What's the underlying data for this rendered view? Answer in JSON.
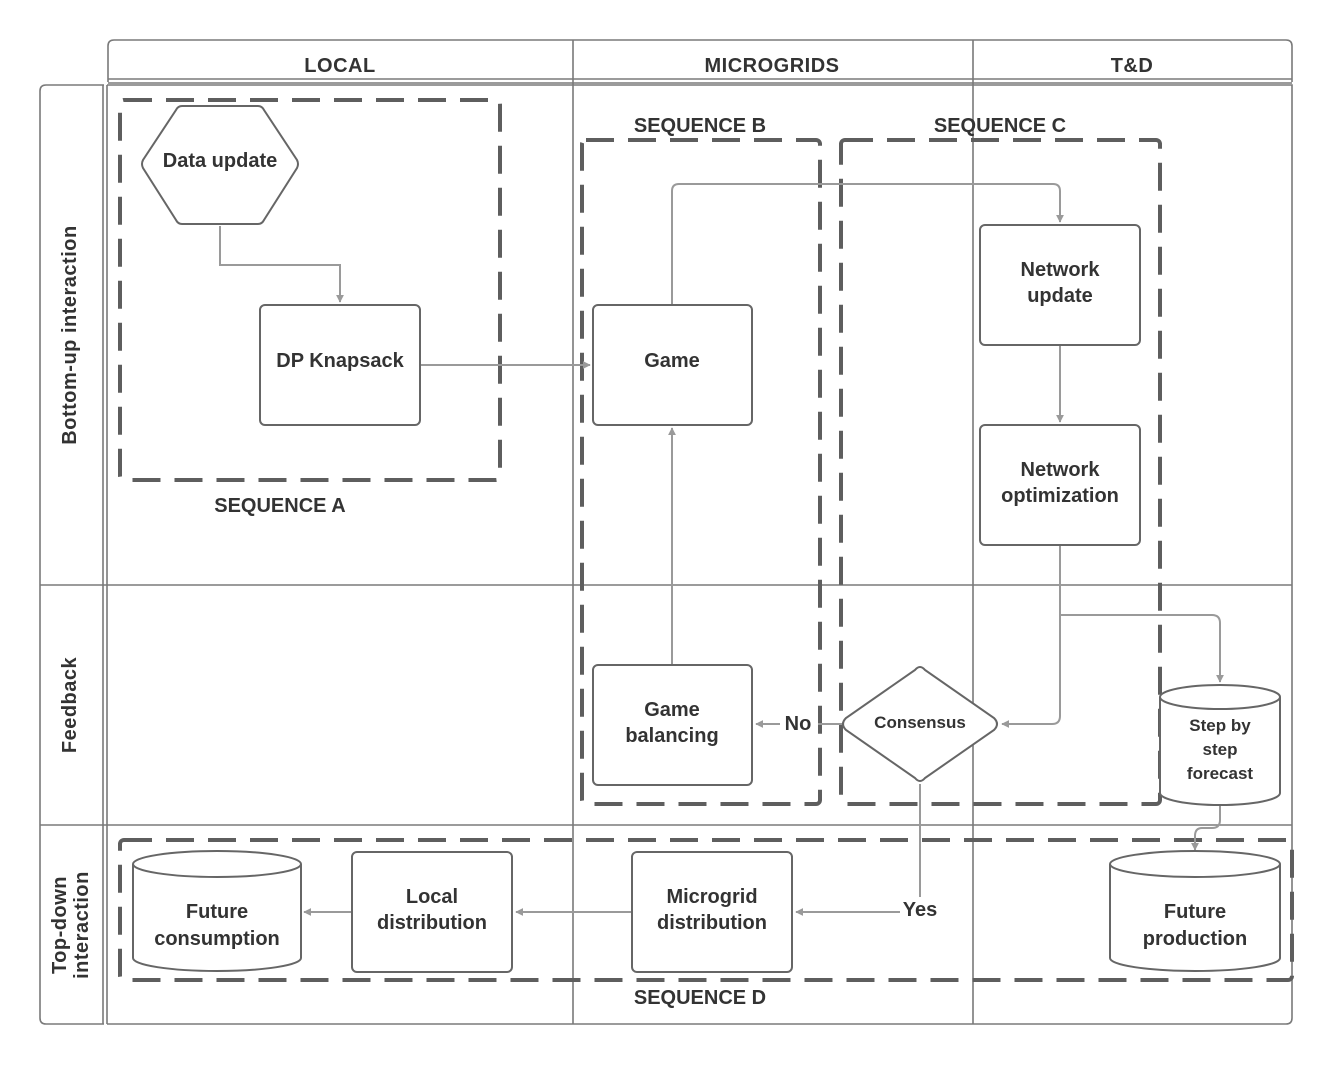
{
  "columns": [
    "LOCAL",
    "MICROGRIDS",
    "T&D"
  ],
  "rows": [
    "Bottom-up interaction",
    "Feedback",
    "Top-down",
    "interaction"
  ],
  "sequences": {
    "a": "SEQUENCE A",
    "b": "SEQUENCE B",
    "c": "SEQUENCE C",
    "d": "SEQUENCE D"
  },
  "nodes": {
    "data_update": "Data update",
    "dp_knapsack": "DP Knapsack",
    "game": "Game",
    "network_update": [
      "Network",
      "update"
    ],
    "network_optimization": [
      "Network",
      "optimization"
    ],
    "game_balancing": [
      "Game",
      "balancing"
    ],
    "consensus": "Consensus",
    "step_forecast": [
      "Step by",
      "step",
      "forecast"
    ],
    "future_consumption": [
      "Future",
      "consumption"
    ],
    "local_distribution": [
      "Local",
      "distribution"
    ],
    "microgrid_distribution": [
      "Microgrid",
      "distribution"
    ],
    "future_production": [
      "Future",
      "production"
    ]
  },
  "edge_labels": {
    "no": "No",
    "yes": "Yes"
  },
  "colors": {
    "frame": "#7a7a7a",
    "dashed_border": "#5e5e5e",
    "arrow": "#9a9a9a",
    "text": "#333333"
  }
}
